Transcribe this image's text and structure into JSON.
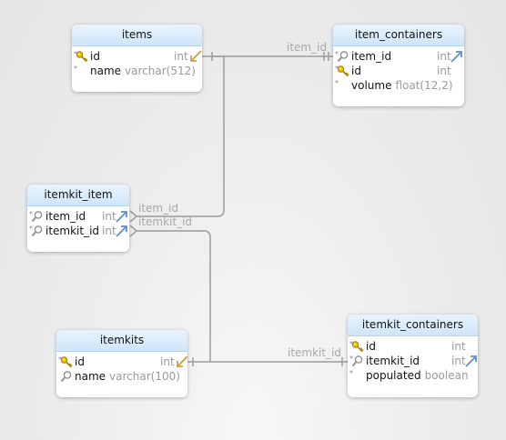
{
  "tables": {
    "items": {
      "title": "items",
      "columns": [
        {
          "name": "id",
          "type": "int",
          "flag": "*",
          "icon": "key-icon"
        },
        {
          "name": "name",
          "type": "varchar(512)",
          "flag": "*",
          "icon": ""
        }
      ]
    },
    "item_containers": {
      "title": "item_containers",
      "columns": [
        {
          "name": "item_id",
          "type": "int",
          "flag": "*",
          "icon": "foreign-key-icon"
        },
        {
          "name": "id",
          "type": "int",
          "flag": "*",
          "icon": "key-icon"
        },
        {
          "name": "volume",
          "type": "float(12,2)",
          "flag": "*",
          "icon": ""
        }
      ]
    },
    "itemkit_item": {
      "title": "itemkit_item",
      "columns": [
        {
          "name": "item_id",
          "type": "int",
          "flag": "*",
          "icon": "foreign-key-icon"
        },
        {
          "name": "itemkit_id",
          "type": "int",
          "flag": "*",
          "icon": "foreign-key-icon"
        }
      ]
    },
    "itemkits": {
      "title": "itemkits",
      "columns": [
        {
          "name": "id",
          "type": "int",
          "flag": "*",
          "icon": "key-icon"
        },
        {
          "name": "name",
          "type": "varchar(100)",
          "flag": "",
          "icon": "index-icon"
        }
      ]
    },
    "itemkit_containers": {
      "title": "itemkit_containers",
      "columns": [
        {
          "name": "id",
          "type": "int",
          "flag": "*",
          "icon": "key-icon"
        },
        {
          "name": "itemkit_id",
          "type": "int",
          "flag": "*",
          "icon": "foreign-key-icon"
        },
        {
          "name": "populated",
          "type": "boolean",
          "flag": "*",
          "icon": ""
        }
      ]
    }
  },
  "relations": {
    "items_to_item_containers": "item_id",
    "items_to_itemkit_item": "item_id",
    "itemkits_to_itemkit_item": "itemkit_id",
    "itemkits_to_itemkit_containers": "itemkit_id"
  },
  "colors": {
    "header_top": "#e9f4fd",
    "header_bottom": "#cfe5f8",
    "line": "#9c9c9c",
    "key": "#e8b400",
    "arrow": "#5b8fd1"
  }
}
